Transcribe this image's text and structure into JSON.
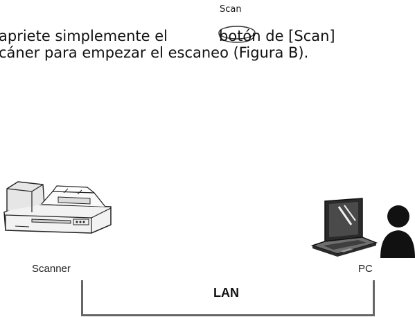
{
  "scan_button": {
    "caption": "Scan",
    "icon": "oval-scan-button-icon"
  },
  "instruction": {
    "line1_before": "apriete simplemente el",
    "line1_after": "botón de [Scan]",
    "line2": "cáner para empezar el escaneo (Figura B)."
  },
  "diagram": {
    "scanner_label": "Scanner",
    "pc_label": "PC",
    "network_label": "LAN",
    "icons": [
      "scanner-icon",
      "laptop-icon",
      "person-icon"
    ]
  }
}
